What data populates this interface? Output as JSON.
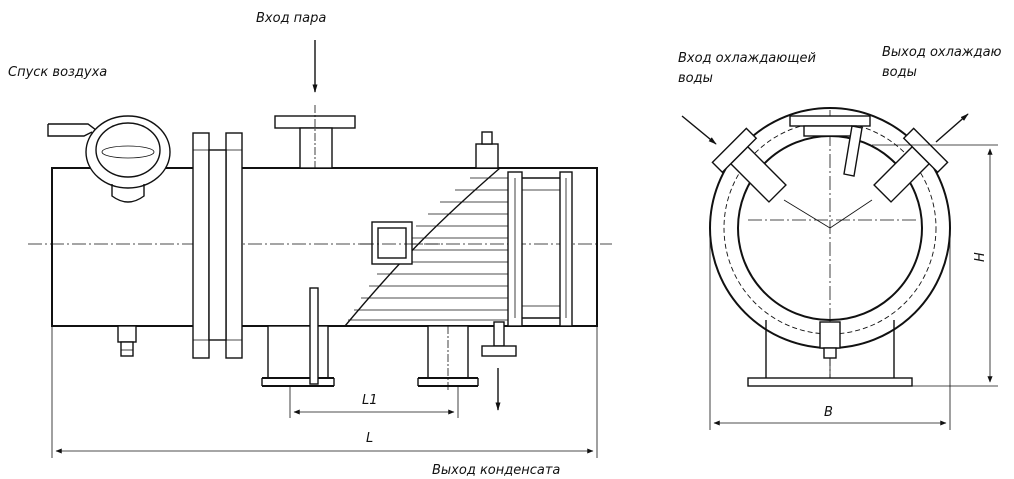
{
  "labels": {
    "air_release": "Спуск воздуха",
    "steam_inlet": "Вход пара",
    "cooling_inlet_line1": "Вход охлаждающей",
    "cooling_inlet_line2": "воды",
    "cooling_outlet_line1": "Выход охлаждаю",
    "cooling_outlet_line2": "воды",
    "condensate_outlet": "Выход конденсата"
  },
  "dimensions": {
    "overall_length": "L",
    "nozzle_spacing": "L1",
    "width": "B",
    "height": "H"
  }
}
